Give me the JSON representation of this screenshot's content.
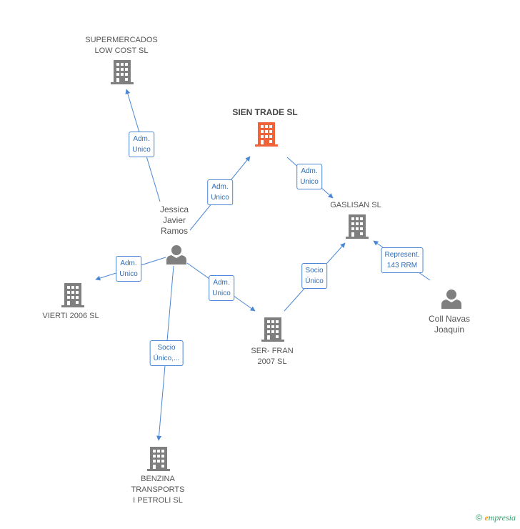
{
  "colors": {
    "building": "#7f7f7f",
    "building_main": "#f0623a",
    "person": "#7f7f7f",
    "edge": "#4a86d4",
    "box_text": "#2f6db5"
  },
  "nodes": {
    "supermercados": {
      "label": "SUPERMERCADOS\nLOW COST SL",
      "icon": "building-icon"
    },
    "sien_trade": {
      "label": "SIEN TRADE SL",
      "icon": "building-icon-highlighted"
    },
    "gaslisan": {
      "label": "GASLISAN SL",
      "icon": "building-icon"
    },
    "jessica": {
      "label": "Jessica\nJavier\nRamos",
      "icon": "person-icon"
    },
    "vierti": {
      "label": "VIERTI 2006  SL",
      "icon": "building-icon"
    },
    "ser_fran": {
      "label": "SER- FRAN\n2007 SL",
      "icon": "building-icon"
    },
    "coll_navas": {
      "label": "Coll Navas\nJoaquin",
      "icon": "person-icon"
    },
    "benzina": {
      "label": "BENZINA\nTRANSPORTS\nI PETROLI SL",
      "icon": "building-icon"
    }
  },
  "relations": [
    {
      "id": "rel-jessica-supermercados",
      "label": "Adm.\nUnico"
    },
    {
      "id": "rel-jessica-sientrade",
      "label": "Adm.\nUnico"
    },
    {
      "id": "rel-sientrade-gaslisan",
      "label": "Adm.\nUnico"
    },
    {
      "id": "rel-jessica-vierti",
      "label": "Adm.\nUnico"
    },
    {
      "id": "rel-jessica-serfran",
      "label": "Adm.\nUnico"
    },
    {
      "id": "rel-serfran-gaslisan",
      "label": "Socio\nÚnico"
    },
    {
      "id": "rel-coll-gaslisan",
      "label": "Represent.\n143 RRM"
    },
    {
      "id": "rel-jessica-benzina",
      "label": "Socio\nÚnico,..."
    }
  ],
  "footer": {
    "copyright": "©",
    "brand_e": "e",
    "brand_rest": "mpresia"
  }
}
